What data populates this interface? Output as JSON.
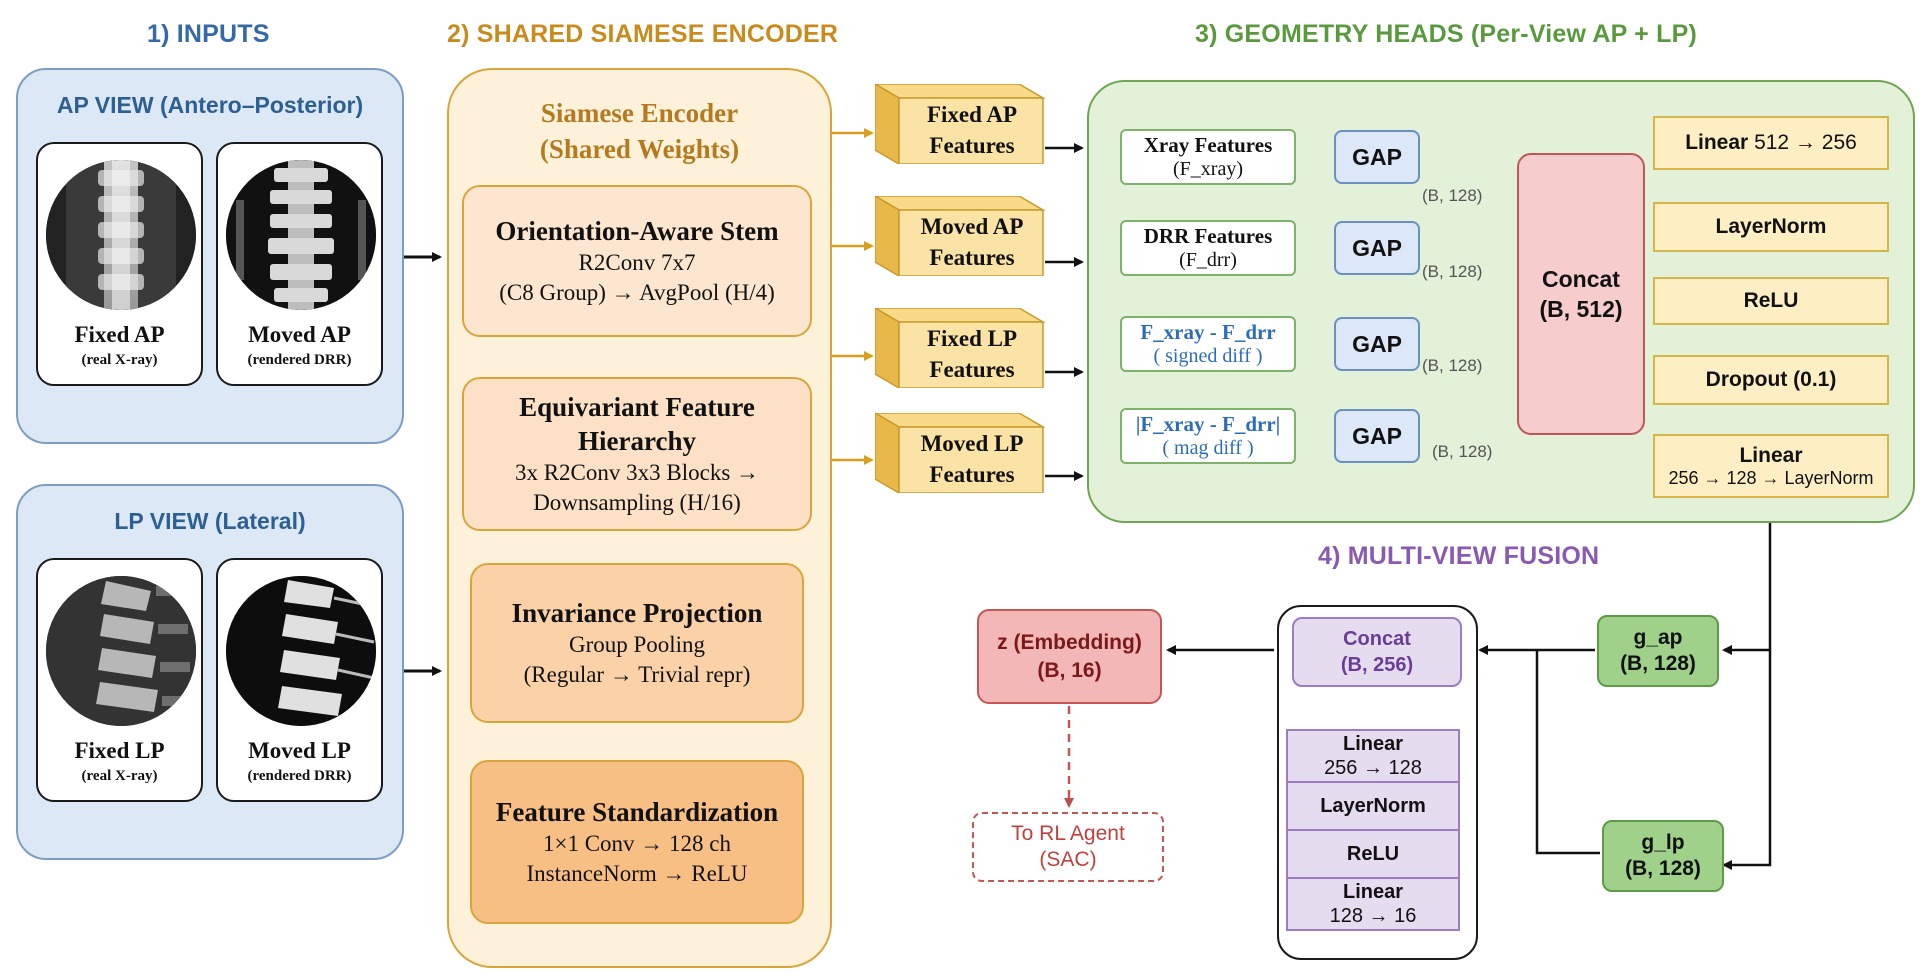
{
  "sections": {
    "inputs": "1) INPUTS",
    "encoder": "2) SHARED SIAMESE ENCODER",
    "geometry": "3) GEOMETRY HEADS (Per-View AP + LP)",
    "fusion": "4) MULTI-VIEW FUSION"
  },
  "inputs": {
    "ap_title": "AP VIEW (Antero–Posterior)",
    "lp_title": "LP VIEW (Lateral)",
    "images": [
      {
        "label": "Fixed AP",
        "sub": "(real X-ray)"
      },
      {
        "label": "Moved AP",
        "sub": "(rendered DRR)"
      },
      {
        "label": "Fixed LP",
        "sub": "(real X-ray)"
      },
      {
        "label": "Moved LP",
        "sub": "(rendered DRR)"
      }
    ]
  },
  "encoder": {
    "title1": "Siamese Encoder",
    "title2": "(Shared Weights)",
    "blocks": [
      {
        "h1": "Orientation-Aware Stem",
        "h2": "",
        "b1": "R2Conv 7x7",
        "b2": "(C8 Group) → AvgPool (H/4)"
      },
      {
        "h1": "Equivariant Feature",
        "h2": "Hierarchy",
        "b1": "3x R2Conv 3x3 Blocks →",
        "b2": "Downsampling (H/16)"
      },
      {
        "h1": "Invariance Projection",
        "h2": "",
        "b1": "Group Pooling",
        "b2": "(Regular → Trivial repr)"
      },
      {
        "h1": "Feature Standardization",
        "h2": "",
        "b1": "1×1 Conv → 128 ch",
        "b2": "InstanceNorm → ReLU"
      }
    ]
  },
  "features": [
    {
      "l1": "Fixed AP",
      "l2": "Features"
    },
    {
      "l1": "Moved AP",
      "l2": "Features"
    },
    {
      "l1": "Fixed LP",
      "l2": "Features"
    },
    {
      "l1": "Moved LP",
      "l2": "Features"
    }
  ],
  "geometry": {
    "inputs": [
      {
        "h": "Xray Features",
        "b": "(F_xray)"
      },
      {
        "h": "DRR Features",
        "b": "(F_drr)"
      },
      {
        "h": "F_xray - F_drr",
        "b": "( signed diff )"
      },
      {
        "h": "|F_xray - F_drr|",
        "b": "( mag diff )"
      }
    ],
    "gap_label": "GAP",
    "dim_label": "(B, 128)",
    "concat_l1": "Concat",
    "concat_l2": "(B, 512)",
    "linear1_bold": "Linear",
    "linear1_dim": "512 → 256",
    "layernorm": "LayerNorm",
    "relu": "ReLU",
    "dropout": "Dropout (0.1)",
    "linear2_bold": "Linear",
    "linear2_dim": "256 → 128 → LayerNorm"
  },
  "fusion": {
    "g_ap_l1": "g_ap",
    "g_ap_l2": "(B, 128)",
    "g_lp_l1": "g_lp",
    "g_lp_l2": "(B, 128)",
    "concat_l1": "Concat",
    "concat_l2": "(B, 256)",
    "linear1_bold": "Linear",
    "linear1_dim": "256 → 128",
    "layernorm": "LayerNorm",
    "relu": "ReLU",
    "linear2_bold": "Linear",
    "linear2_dim": "128 → 16",
    "z_l1": "z (Embedding)",
    "z_l2": "(B, 16)",
    "rl_l1": "To RL Agent",
    "rl_l2": "(SAC)"
  },
  "colors": {
    "inputs": "#3569a8",
    "encoder": "#c98b1e",
    "geometry": "#5a9a3f",
    "fusion": "#8a5ab0"
  }
}
